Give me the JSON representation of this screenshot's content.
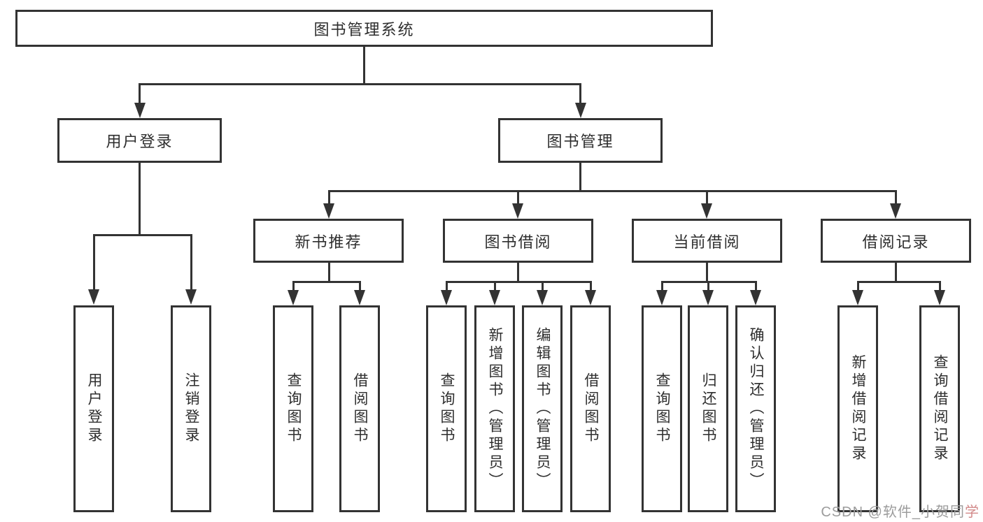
{
  "diagram": {
    "root": "图书管理系统",
    "user_login": {
      "label": "用户登录",
      "children": [
        "用户登录",
        "注销登录"
      ]
    },
    "book_mgmt": {
      "label": "图书管理"
    },
    "new_books": {
      "label": "新书推荐",
      "children": [
        "查询图书",
        "借阅图书"
      ]
    },
    "book_borrow": {
      "label": "图书借阅",
      "children": [
        "查询图书",
        "新增图书（管理员）",
        "编辑图书（管理员）",
        "借阅图书"
      ]
    },
    "current_borrow": {
      "label": "当前借阅",
      "children": [
        "查询图书",
        "归还图书",
        "确认归还（管理员）"
      ]
    },
    "borrow_records": {
      "label": "借阅记录",
      "children": [
        "新增借阅记录",
        "查询借阅记录"
      ]
    },
    "colors": {
      "line": "#333333",
      "text": "#2e2e2e",
      "background": "#ffffff"
    }
  },
  "watermark": {
    "prefix": "CSDN @软件_小贺同",
    "accent": "学",
    "color": "#9c9c9c",
    "accent_color": "#d28a8a"
  }
}
